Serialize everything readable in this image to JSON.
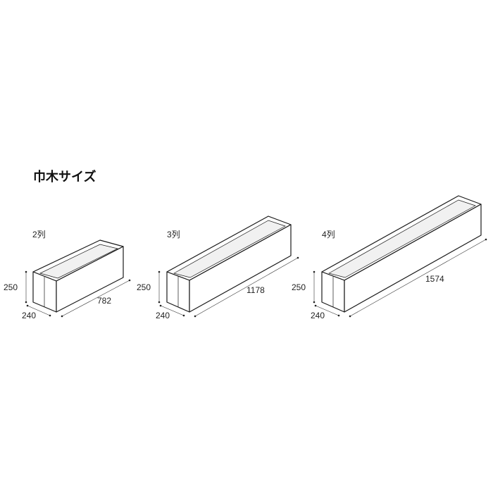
{
  "title": "巾木サイズ",
  "boxes": [
    {
      "label": "2列",
      "height_mm": "250",
      "depth_mm": "240",
      "length_mm": "782"
    },
    {
      "label": "3列",
      "height_mm": "250",
      "depth_mm": "240",
      "length_mm": "1178"
    },
    {
      "label": "4列",
      "height_mm": "250",
      "depth_mm": "240",
      "length_mm": "1574"
    }
  ]
}
